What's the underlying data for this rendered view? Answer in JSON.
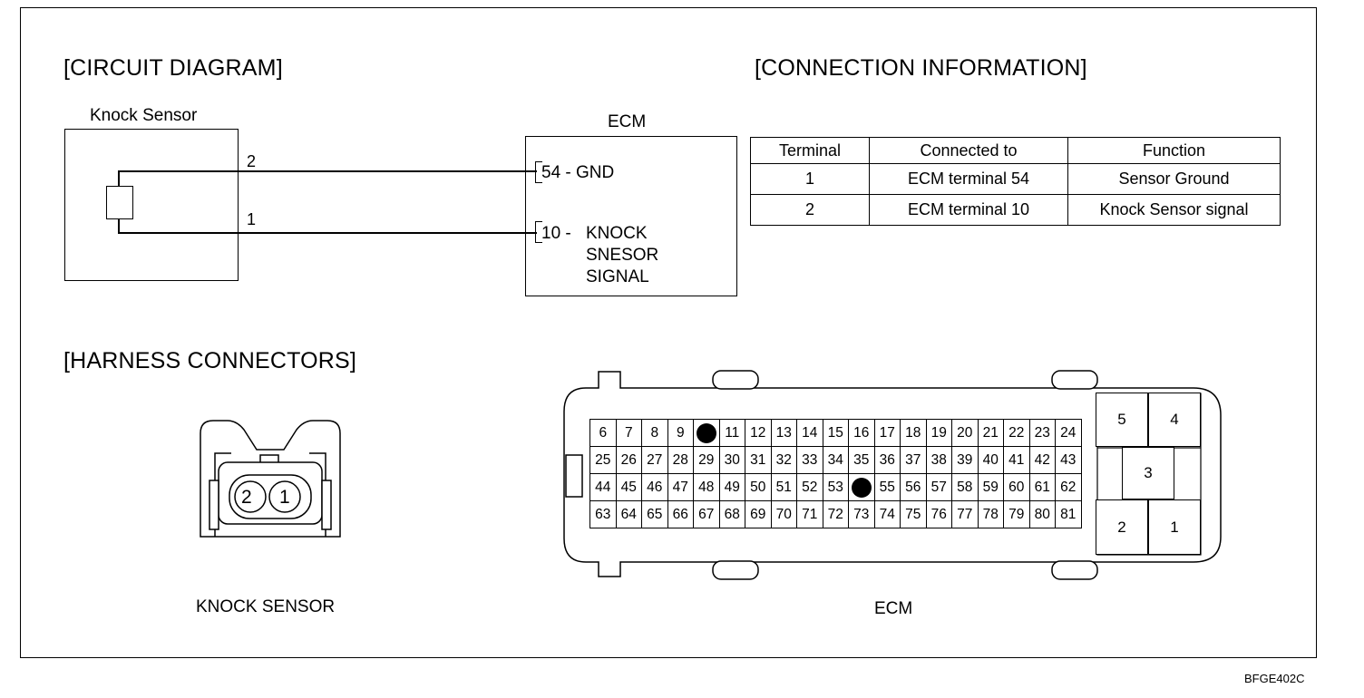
{
  "headings": {
    "circuit": "[CIRCUIT DIAGRAM]",
    "connection": "[CONNECTION INFORMATION]",
    "harness": "[HARNESS CONNECTORS]"
  },
  "circuit": {
    "sensor_label": "Knock Sensor",
    "ecm_label": "ECM",
    "wire_top_number": "2",
    "wire_bottom_number": "1",
    "pin_gnd": "54 - GND",
    "pin_signal_num": "10 -",
    "pin_signal_line1": "KNOCK",
    "pin_signal_line2": "SNESOR",
    "pin_signal_line3": "SIGNAL"
  },
  "connection_table": {
    "headers": [
      "Terminal",
      "Connected to",
      "Function"
    ],
    "rows": [
      [
        "1",
        "ECM terminal 54",
        "Sensor Ground"
      ],
      [
        "2",
        "ECM terminal 10",
        "Knock Sensor signal"
      ]
    ]
  },
  "harness": {
    "sensor_pin_left": "2",
    "sensor_pin_right": "1",
    "sensor_caption": "KNOCK SENSOR",
    "ecm_caption": "ECM",
    "ecm_rows": [
      [
        "6",
        "7",
        "8",
        "9",
        "",
        "11",
        "12",
        "13",
        "14",
        "15",
        "16",
        "17",
        "18",
        "19",
        "20",
        "21",
        "22",
        "23",
        "24"
      ],
      [
        "25",
        "26",
        "27",
        "28",
        "29",
        "30",
        "31",
        "32",
        "33",
        "34",
        "35",
        "36",
        "37",
        "38",
        "39",
        "40",
        "41",
        "42",
        "43"
      ],
      [
        "44",
        "45",
        "46",
        "47",
        "48",
        "49",
        "50",
        "51",
        "52",
        "53",
        "",
        "55",
        "56",
        "57",
        "58",
        "59",
        "60",
        "61",
        "62"
      ],
      [
        "63",
        "64",
        "65",
        "66",
        "67",
        "68",
        "69",
        "70",
        "71",
        "72",
        "73",
        "74",
        "75",
        "76",
        "77",
        "78",
        "79",
        "80",
        "81"
      ]
    ],
    "ecm_big_pins": [
      "5",
      "4",
      "3",
      "2",
      "1"
    ]
  },
  "figure_code": "BFGE402C"
}
